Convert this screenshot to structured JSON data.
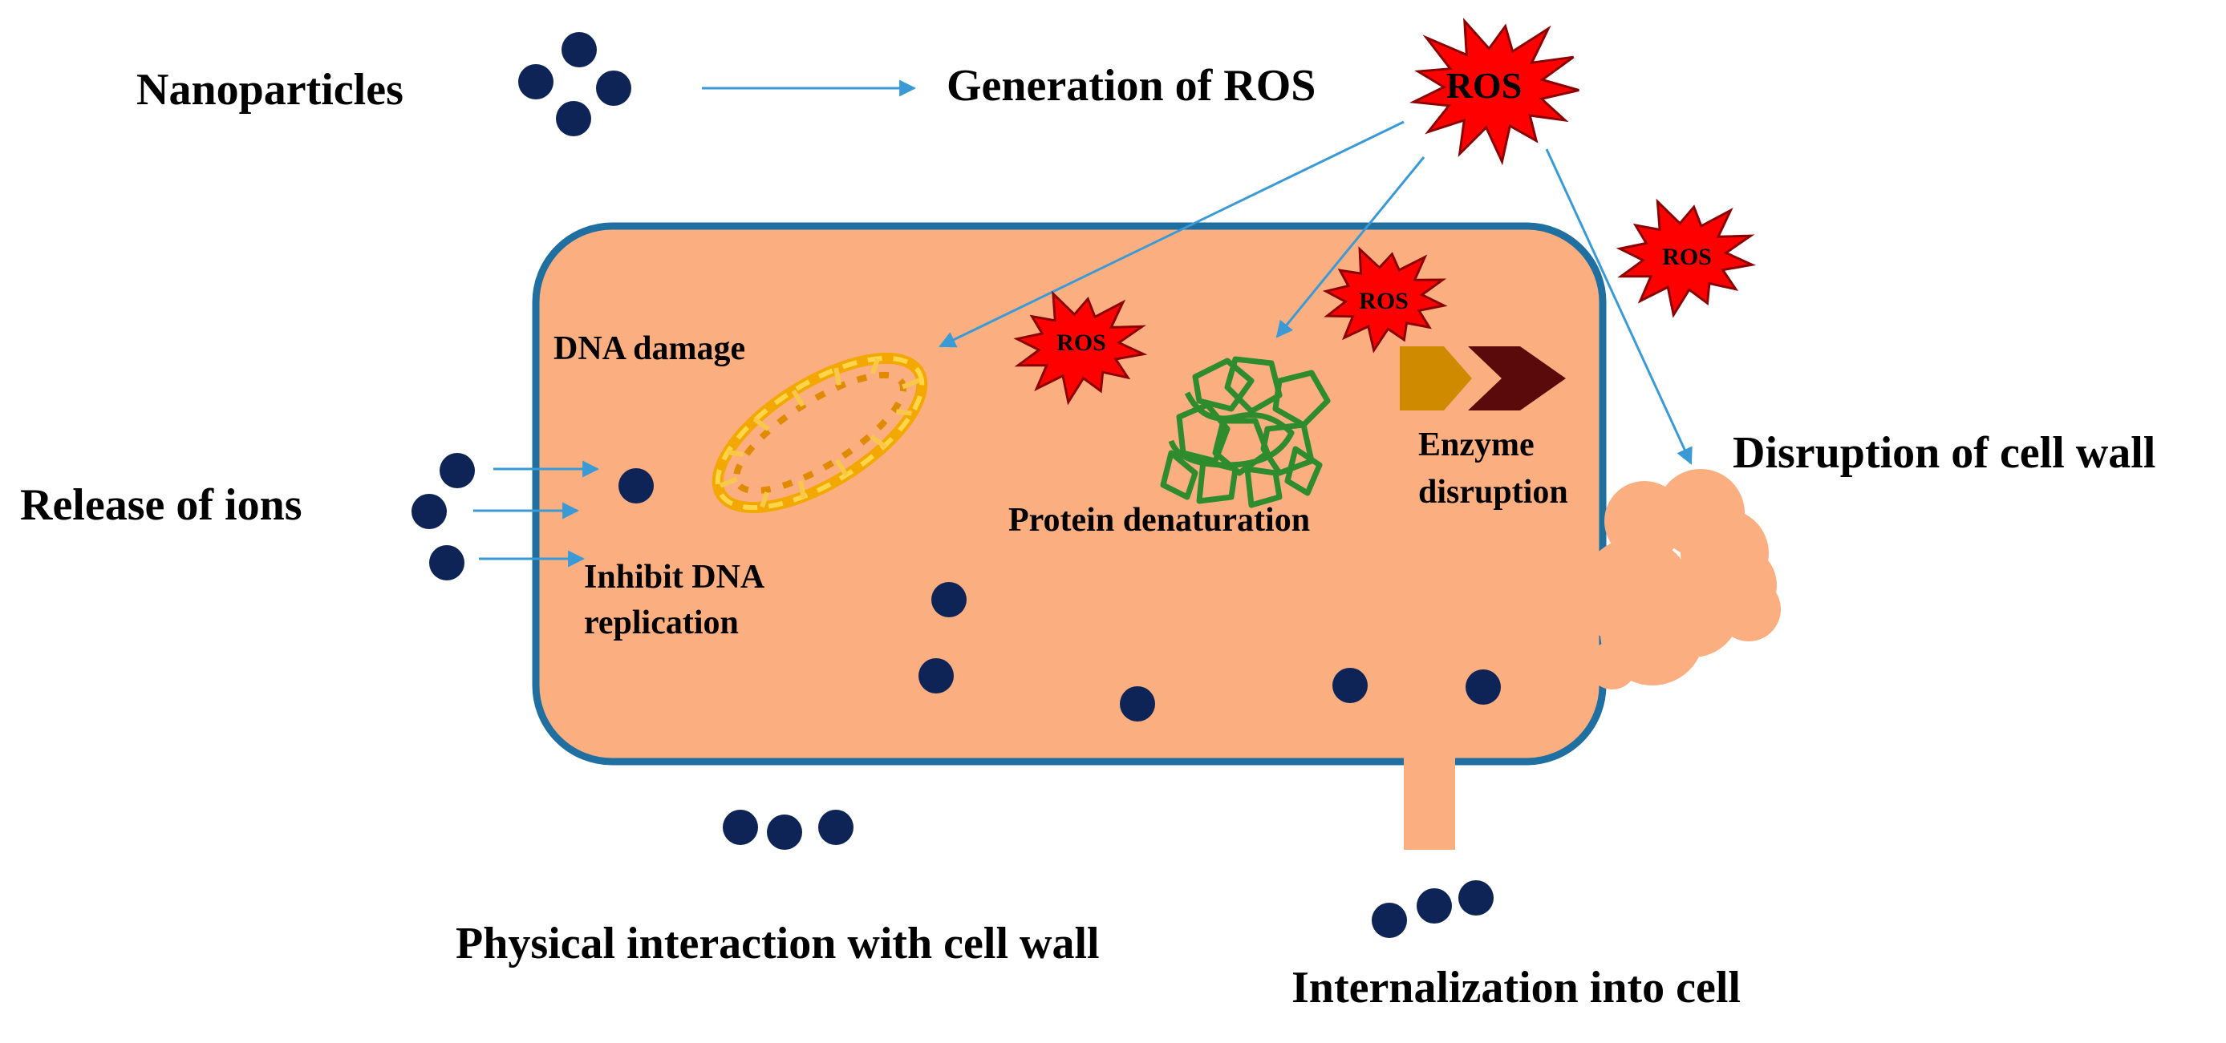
{
  "labels": {
    "nanoparticles": "Nanoparticles",
    "generation_of_ros": "Generation of ROS",
    "disruption_of_cell_wall": "Disruption of cell wall",
    "release_of_ions": "Release of ions",
    "dna_damage": "DNA damage",
    "inhibit_line1": "Inhibit  DNA",
    "inhibit_line2": "replication",
    "protein_denaturation": "Protein denaturation",
    "enzyme_line1": "Enzyme",
    "enzyme_line2": "disruption",
    "physical_interaction": "Physical interaction with cell wall",
    "internalization": "Internalization into cell"
  },
  "ros": {
    "main": "ROS",
    "in_cell_1": "ROS",
    "in_cell_2": "ROS",
    "outside": "ROS"
  },
  "colors": {
    "cell_fill": "#FBAF80",
    "cell_border": "#1F6FA0",
    "particle": "#0E2456",
    "arrow": "#3A9AD6",
    "ros_star": "#FF0000",
    "ros_outline": "#8B0000",
    "protein": "#2E8B2E",
    "dna_helix": "#F2A800",
    "enzyme_piece_1": "#D08A00",
    "enzyme_piece_2": "#5A0A0A"
  },
  "icons": [
    "nanoparticle-dot",
    "ros-burst",
    "dna-helix",
    "protein-tangle",
    "enzyme-chevron"
  ]
}
